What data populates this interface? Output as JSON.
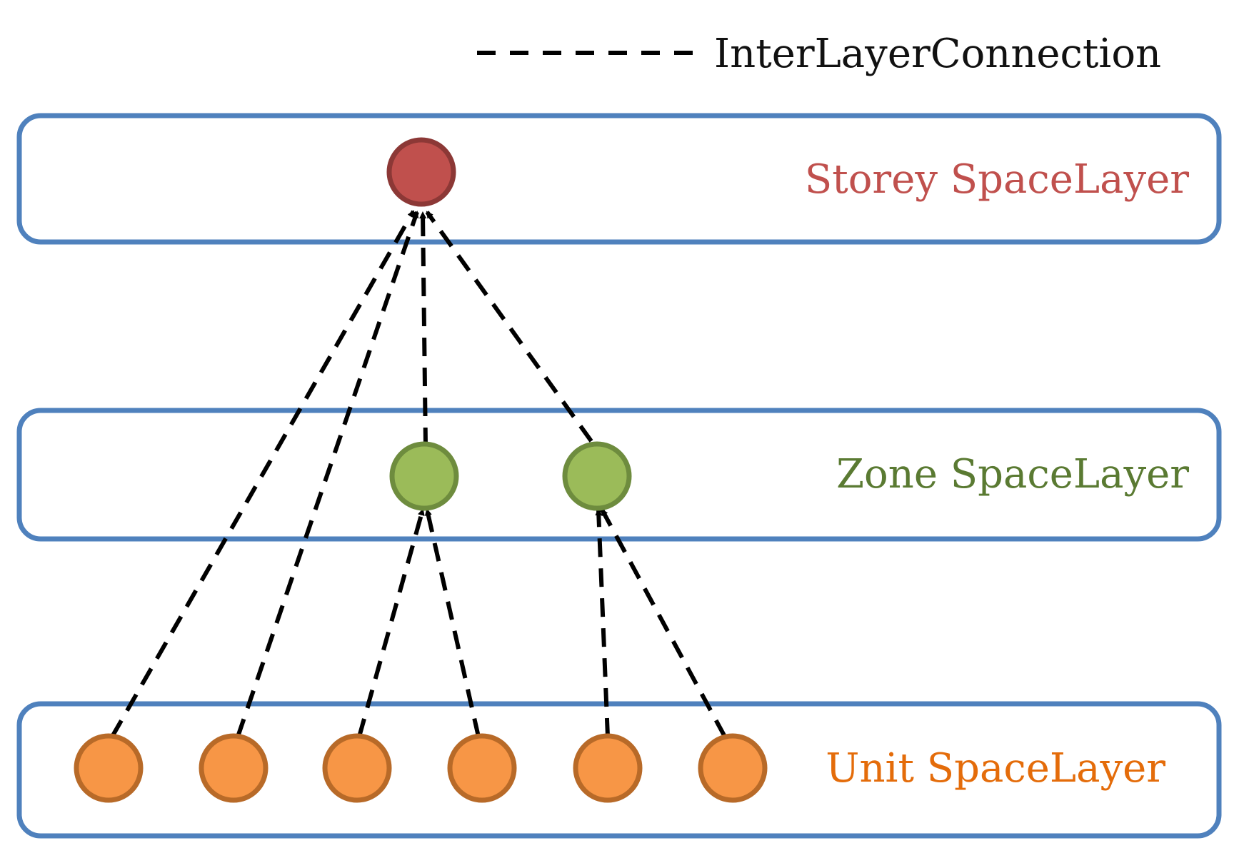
{
  "legend": {
    "label": "InterLayerConnection",
    "line_style": "dashed",
    "line_color": "#000000"
  },
  "frame_color": "#4f81bd",
  "layers": {
    "storey": {
      "label": "Storey SpaceLayer",
      "label_color": "#c0504d",
      "node_fill": "#c0504d",
      "node_stroke": "#8c3836",
      "node_count": 1
    },
    "zone": {
      "label": "Zone SpaceLayer",
      "label_color": "#5a7a32",
      "node_fill": "#9bbb59",
      "node_stroke": "#6e8c3e",
      "node_count": 2
    },
    "unit": {
      "label": "Unit SpaceLayer",
      "label_color": "#e46c0a",
      "node_fill": "#f79646",
      "node_stroke": "#b86a28",
      "node_count": 6
    }
  },
  "connections": [
    {
      "from": "unit-1",
      "to": "storey-1"
    },
    {
      "from": "unit-2",
      "to": "storey-1"
    },
    {
      "from": "zone-1",
      "to": "storey-1"
    },
    {
      "from": "zone-2",
      "to": "storey-1"
    },
    {
      "from": "unit-3",
      "to": "zone-1"
    },
    {
      "from": "unit-4",
      "to": "zone-1"
    },
    {
      "from": "unit-5",
      "to": "zone-2"
    },
    {
      "from": "unit-6",
      "to": "zone-2"
    }
  ]
}
